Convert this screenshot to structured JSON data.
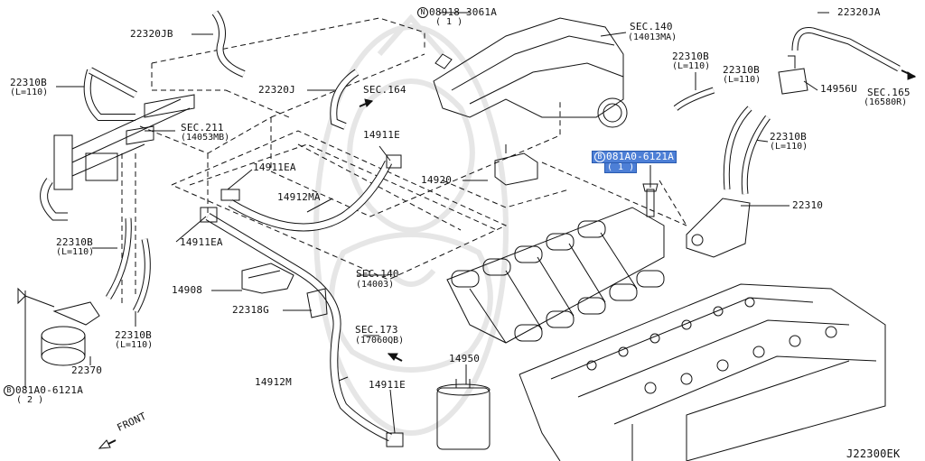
{
  "diagram_code": "J22300EK",
  "front_label": "FRONT",
  "labels": {
    "n08918": {
      "prefix": "N",
      "part": "08918-3061A",
      "qty": "( 1 )"
    },
    "sec140a": {
      "part": "SEC.140",
      "sub": "(14013MA)"
    },
    "p22320JB": {
      "part": "22320JB"
    },
    "p22320JA": {
      "part": "22320JA"
    },
    "p22310B_tl": {
      "part": "22310B",
      "sub": "(L=110)"
    },
    "p22320J": {
      "part": "22320J"
    },
    "sec164": {
      "part": "SEC.164"
    },
    "p22310B_tr1": {
      "part": "22310B",
      "sub": "(L=110)"
    },
    "p22310B_tr2": {
      "part": "22310B",
      "sub": "(L=110)"
    },
    "p14956U": {
      "part": "14956U"
    },
    "sec165": {
      "part": "SEC.165",
      "sub": "(16580R)"
    },
    "sec211": {
      "part": "SEC.211",
      "sub": "(14053MB)"
    },
    "p14911E_top": {
      "part": "14911E"
    },
    "p22310B_r3": {
      "part": "22310B",
      "sub": "(L=110)"
    },
    "b081a0_sel": {
      "prefix": "B",
      "part": "081A0-6121A",
      "qty": "( 1 )"
    },
    "p14911EA_1": {
      "part": "14911EA"
    },
    "p14920": {
      "part": "14920"
    },
    "p14912MA": {
      "part": "14912MA"
    },
    "p22310": {
      "part": "22310"
    },
    "p14911EA_2": {
      "part": "14911EA"
    },
    "p22310B_l": {
      "part": "22310B",
      "sub": "(L=110)"
    },
    "sec140b": {
      "part": "SEC.140",
      "sub": "(14003)"
    },
    "p14908": {
      "part": "14908"
    },
    "p22318G": {
      "part": "22318G"
    },
    "p22310B_bl": {
      "part": "22310B",
      "sub": "(L=110)"
    },
    "sec173": {
      "part": "SEC.173",
      "sub": "(17060QB)"
    },
    "p22370": {
      "part": "22370"
    },
    "p14950": {
      "part": "14950"
    },
    "p14912M": {
      "part": "14912M"
    },
    "p14911E_bot": {
      "part": "14911E"
    },
    "b081a0_bot": {
      "prefix": "B",
      "part": "081A0-6121A",
      "qty": "( 2 )"
    }
  },
  "colors": {
    "line": "#111111",
    "highlight": "#4d7fd6",
    "watermark": "#e9e9e9"
  }
}
